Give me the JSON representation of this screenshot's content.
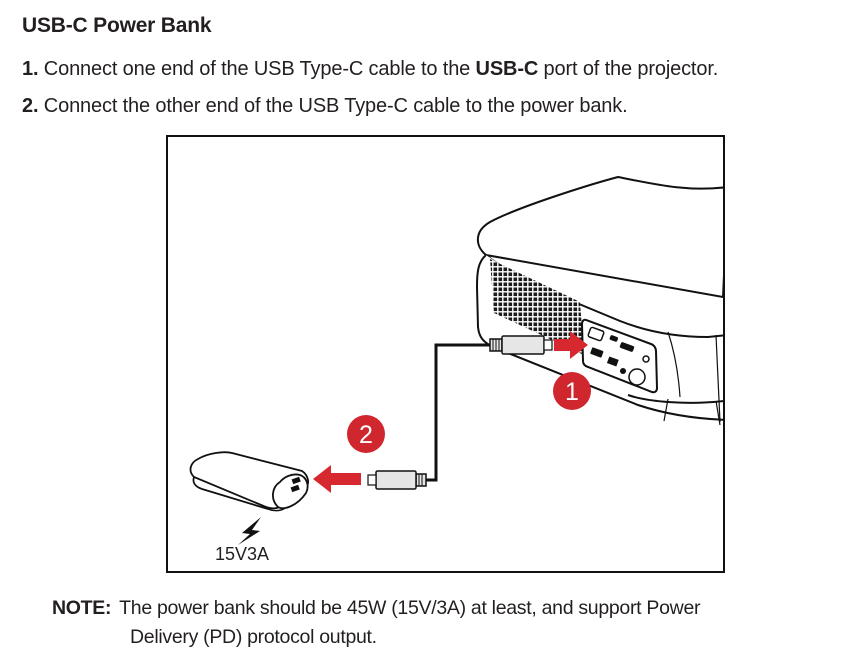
{
  "document": {
    "heading": "USB-C Power Bank",
    "steps": [
      {
        "number": "1.",
        "text_before": " Connect one end of the USB Type-C cable to the ",
        "bold": "USB-C",
        "text_after": " port of the projector."
      },
      {
        "number": "2.",
        "text": " Connect the other end of the USB Type-C cable to the power bank."
      }
    ],
    "illustration": {
      "callouts": [
        {
          "number": "1",
          "meaning": "connect cable to projector USB-C port"
        },
        {
          "number": "2",
          "meaning": "connect cable to power bank"
        }
      ],
      "power_spec_icon": "lightning-bolt-icon",
      "power_spec_label": "15V3A",
      "accent_color": "#d7282f",
      "callout_color": "#d0262d"
    },
    "note": {
      "label": "NOTE:",
      "line1": "The power bank should be 45W (15V/3A) at least, and support Power",
      "line2": "Delivery (PD) protocol output."
    }
  }
}
